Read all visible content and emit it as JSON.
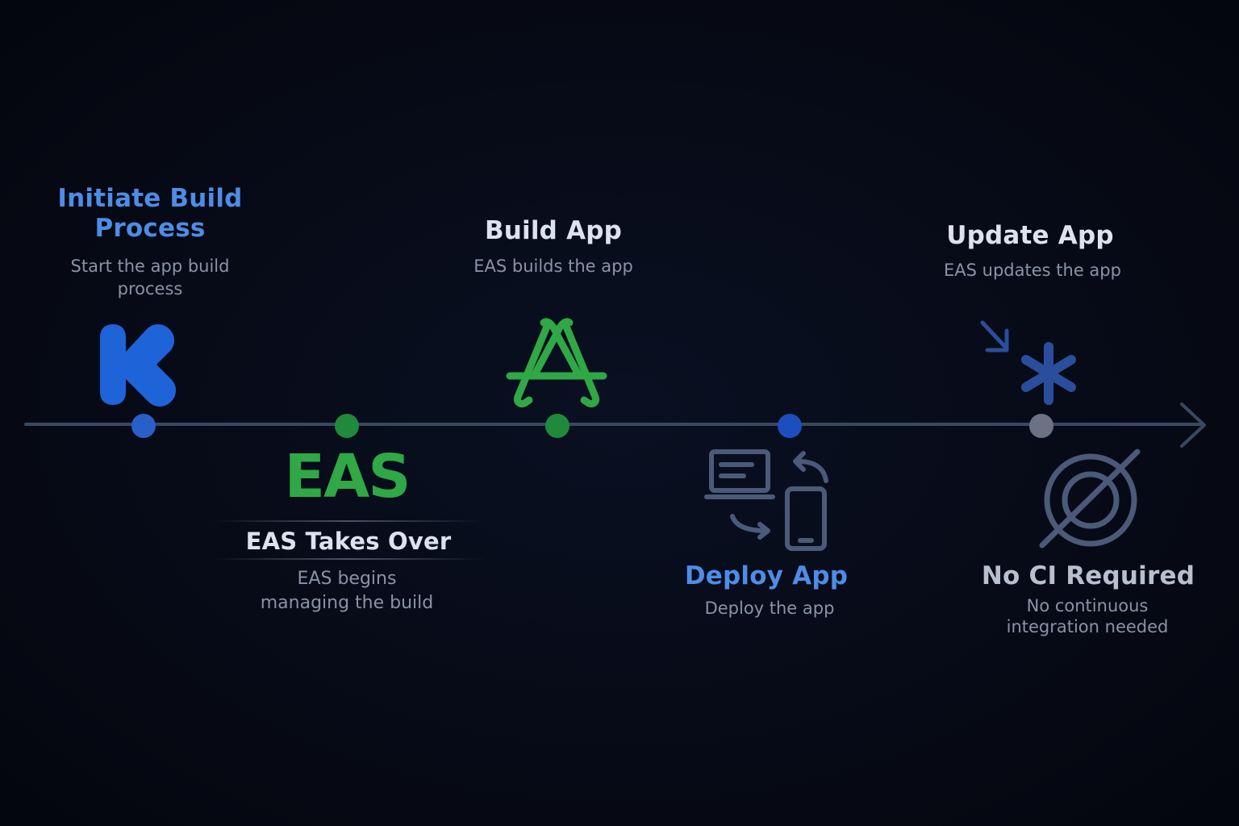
{
  "colors": {
    "background": "#060a16",
    "line": "#3a4860",
    "blue": "#4e8ce6",
    "brand_blue": "#1e64d8",
    "green": "#2fa845",
    "white_title": "#dde3ee",
    "gray_text": "#8a93a6",
    "muted_icon": "#4a5a78",
    "dot_gray": "#6a7284"
  },
  "steps": [
    {
      "id": "initiate",
      "title": "Initiate Build\nProcess",
      "description": "Start the app build\nprocess",
      "icon": "kickstarter-k-icon",
      "dot_color": "#2a5fc9"
    },
    {
      "id": "eas",
      "logo_text": "EAS",
      "title": "EAS Takes Over",
      "description": "EAS begins\nmanaging the build",
      "icon": "eas-logo",
      "dot_color": "#1e8a3a"
    },
    {
      "id": "build",
      "title": "Build App",
      "description": "EAS builds the app",
      "icon": "app-store-icon",
      "dot_color": "#1e8a3a"
    },
    {
      "id": "deploy",
      "title": "Deploy App",
      "description": "Deploy the app",
      "icon": "laptop-phone-sync-icon",
      "dot_color": "#1d4ec0"
    },
    {
      "id": "update",
      "title": "Update App",
      "description": "EAS updates the app",
      "icon": "asterisk-arrow-icon",
      "dot_color": "#6a7284"
    },
    {
      "id": "noci",
      "title": "No CI Required",
      "description": "No continuous\nintegration needed",
      "icon": "no-ci-icon"
    }
  ]
}
